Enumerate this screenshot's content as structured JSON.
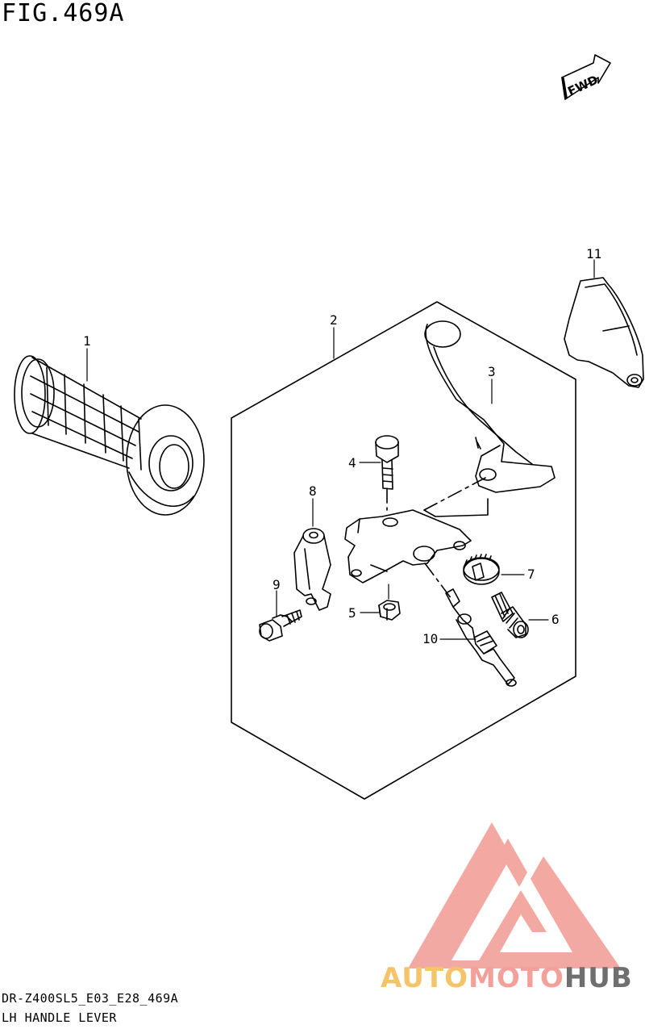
{
  "figure": {
    "title": "FIG.469A",
    "model_code": "DR-Z400SL5_E03_E28_469A",
    "name": "LH HANDLE LEVER",
    "fwd_text": "FWD"
  },
  "callouts": [
    {
      "number": "1",
      "part": "grip"
    },
    {
      "number": "2",
      "part": "lever-assembly"
    },
    {
      "number": "3",
      "part": "clutch-lever"
    },
    {
      "number": "4",
      "part": "pivot-bolt"
    },
    {
      "number": "5",
      "part": "nut"
    },
    {
      "number": "6",
      "part": "adjuster"
    },
    {
      "number": "7",
      "part": "adjuster-nut"
    },
    {
      "number": "8",
      "part": "holder-clamp"
    },
    {
      "number": "9",
      "part": "clamp-bolt"
    },
    {
      "number": "10",
      "part": "switch"
    },
    {
      "number": "11",
      "part": "lever-cover"
    }
  ],
  "watermark": {
    "brand_part1": "AUTO",
    "brand_part2": "MOTO",
    "brand_part3": "HUB",
    "color_auto": "#f5c46a",
    "color_moto": "#f2a099",
    "color_hub": "#6f6f6f",
    "logo_color": "#f2a099"
  }
}
